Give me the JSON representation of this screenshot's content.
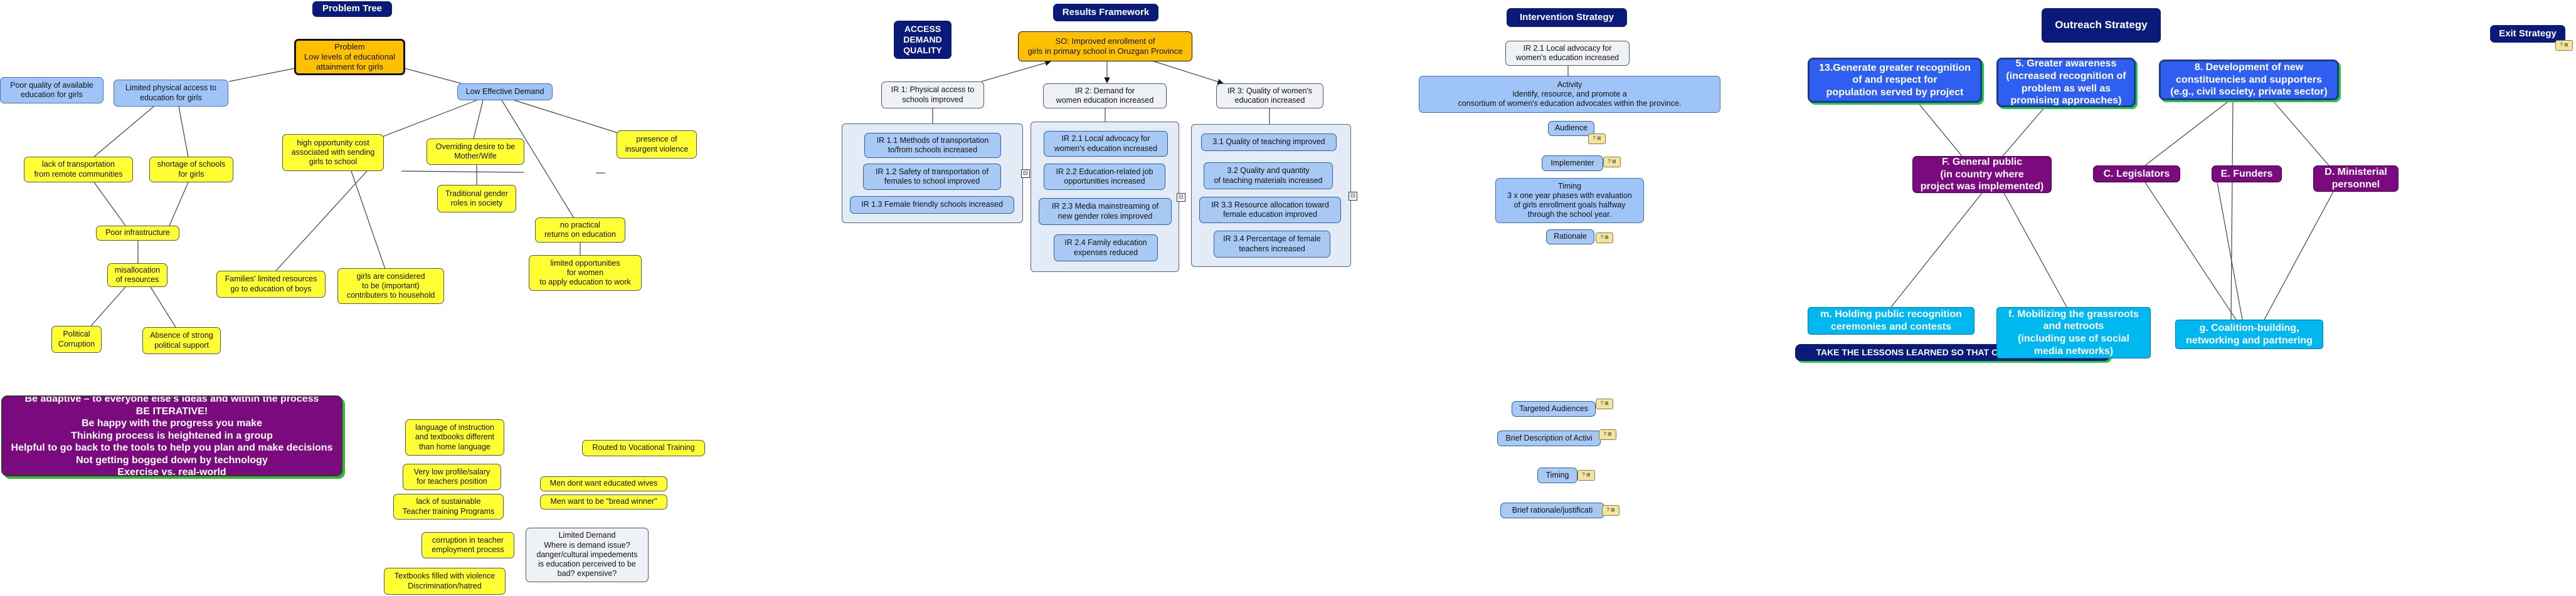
{
  "headers": {
    "problem_tree": "Problem Tree",
    "results_framework": "Results Framework",
    "access_demand_quality": "ACCESS\nDEMAND\nQUALITY",
    "intervention_strategy": "Intervention Strategy",
    "outreach_strategy": "Outreach Strategy",
    "exit_strategy": "Exit Strategy"
  },
  "problem_tree": {
    "core_problem": "Problem\nLow levels of educational\nattainment for girls",
    "poor_quality": "Poor quality of available\neducation for girls",
    "limited_access": "Limited physical access to\neducation for girls",
    "low_demand": "Low Effective Demand",
    "lack_transport": "lack of transportation\nfrom remote communities",
    "shortage_schools": "shortage of schools\nfor girls",
    "poor_infrastructure": "Poor infrastructure",
    "misallocation": "misallocation\nof  resources",
    "political_corruption": "Political\nCorruption",
    "absence_support": "Absence of strong\npolitical support",
    "high_opportunity_cost": "high opportunity cost\nassociated with sending\ngirls to school",
    "overriding_desire": "Overriding desire to be\nMother/Wife",
    "no_practical_returns": "no practical\nreturns on education",
    "insurgent_violence": "presence of\ninsurgent violence",
    "traditional_gender": "Traditional gender\nroles in society",
    "limited_opportunities": "limited opportunities\nfor women\nto apply education to work",
    "families_limited": "Families' limited resources\ngo to education of boys",
    "girls_considered": "girls are considered\nto be (important)\ncontributers to household",
    "be_adaptive": "Be adaptive – to everyone else's ideas and within the process\nBE ITERATIVE!\nBe happy with the progress you make\nThinking process is heightened in a group\nHelpful to go back to the tools to help you plan and make decisions\nNot getting bogged down by technology\nExercise vs. real-world",
    "language_instruction": "language of instruction\nand textbooks different\nthan home language",
    "very_low_salary": "Very low profile/salary\nfor teachers position",
    "lack_sustainable": "lack of sustainable\nTeacher training Programs",
    "corruption_teacher": "corruption in teacher\nemployment process",
    "textbooks_violence": "Textbooks filled with violence\nDiscrimination/hatred",
    "routed_vocational": "Routed to Vocational Training",
    "men_dont_want": "Men dont want educated wives",
    "men_want": "Men want to be \"bread winner\"",
    "limited_demand": "Limited Demand\nWhere is demand issue?\ndanger/cultural impedements\nis education perceived to be\nbad? expensive?"
  },
  "results_framework": {
    "so": "SO: Improved enrollment of\ngirls in primary school in Oruzgan Province",
    "ir1": "IR 1: Physical access to\nschools improved",
    "ir2": "IR 2: Demand for\nwomen education increased",
    "ir3": "IR 3: Quality of women's\neducation increased",
    "ir11": "IR 1.1 Methods of transportation\nto/from schools increased",
    "ir12": "IR 1.2 Safety of transportation of\nfemales to school improved",
    "ir13": "IR 1.3 Female friendly schools increased",
    "ir21": "IR 2.1 Local advocacy for\nwomen's education increased",
    "ir22": "IR 2.2 Education-related job\nopportunities increased",
    "ir23": "IR 2.3 Media mainstreaming of\nnew gender roles improved",
    "ir24": "IR 2.4 Family education\nexpenses reduced",
    "ir31": "3.1 Quality of teaching improved",
    "ir32": "3.2 Quality and quantity\nof teaching materials increased",
    "ir33": "IR 3.3 Resource allocation toward\nfemale education improved",
    "ir34": "IR 3.4 Percentage of female\nteachers increased",
    "collapse_marker": "⊟"
  },
  "intervention": {
    "ir21": "IR 2.1 Local advocacy for\nwomen's education increased",
    "activity": "Activity\nIdentify, resource, and promote a\nconsortium of women's education advocates within the province.",
    "audience": "Audience",
    "implementer": "Implementer",
    "timing_detail": "Timing\n3 x one year phases with evaluation\nof girls enrollment goals halfway\nthrough the school year.",
    "rationale": "Rationale",
    "targeted_audiences": "Targeted Audiences",
    "brief_description": "Brief Description of Activi",
    "timing": "Timing",
    "brief_rationale": "Brief rationale/justificati",
    "lessons_learned": "TAKE THE LESSONS LEARNED SO THAT OTHERS MAY BENEFIT",
    "mini_tag": "? ⊞"
  },
  "outreach": {
    "n13": "13.Generate greater recognition\nof and respect for\npopulation served by project",
    "n5": "5.     Greater awareness\n(increased recognition of\nproblem as well as\npromising approaches)",
    "n8": "8.     Development of new\nconstituencies and supporters\n(e.g., civil society, private sector)",
    "f": "F.     General public\n(in country where\nproject was implemented)",
    "c": "C.    Legislators",
    "e": "E.     Funders",
    "d": "D.     Ministerial\npersonnel",
    "m": "m.     Holding public recognition\nceremonies and contests",
    "f2": "f.     Mobilizing the grassroots\nand netroots\n(including use of social\nmedia networks)",
    "g": "g.     Coalition-building,\nnetworking and partnering"
  }
}
